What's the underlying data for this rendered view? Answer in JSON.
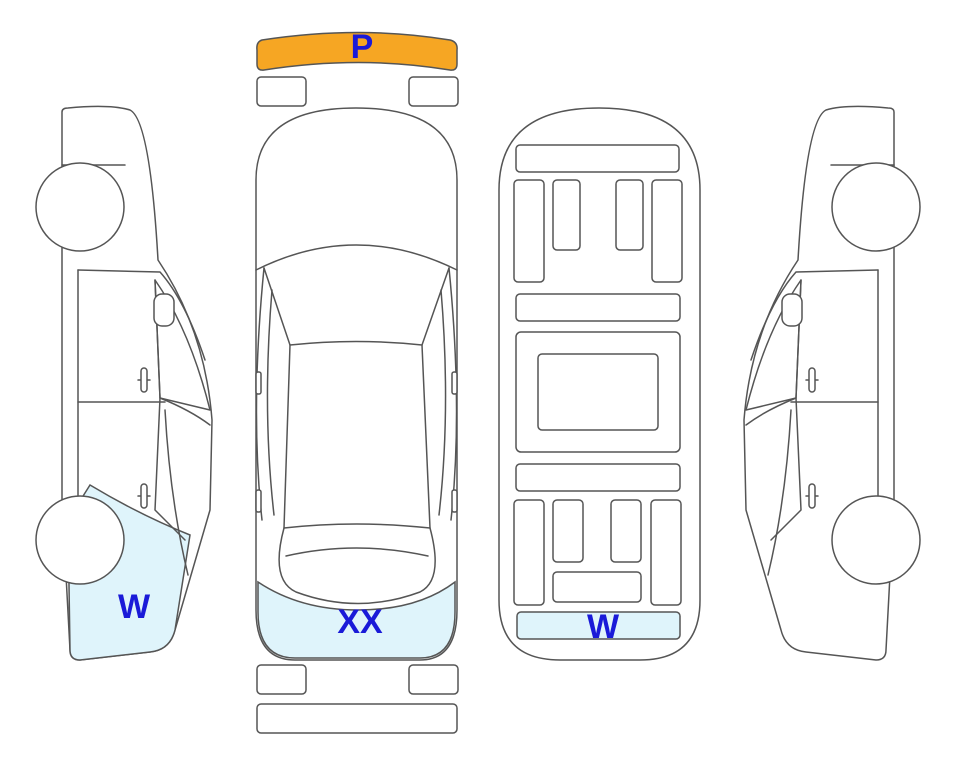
{
  "colors": {
    "outline": "#555555",
    "damage_fill": "#dff4fb",
    "paint_fill": "#f6a623",
    "mark_text": "#1a1ad8"
  },
  "marks": {
    "front_bumper": "P",
    "left_rear": "W",
    "rear_top": "XX",
    "underbody_rear": "W"
  }
}
